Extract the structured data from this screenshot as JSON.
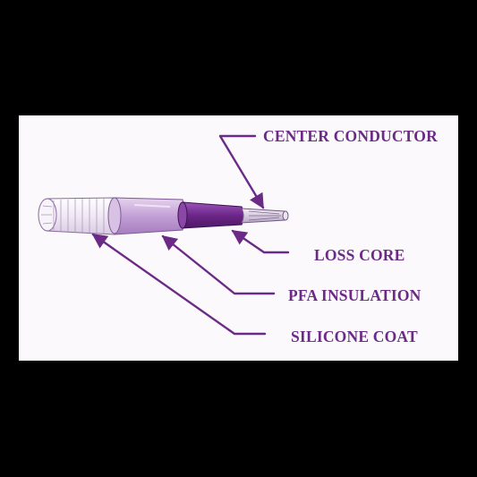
{
  "labels": {
    "center_conductor": "CENTER CONDUCTOR",
    "loss_core": "LOSS CORE",
    "pfa_insulation": "PFA INSULATION",
    "silicone_coat": "SILICONE COAT"
  },
  "colors": {
    "background": "#000000",
    "panel": "#fbf9fc",
    "label": "#6b2a86",
    "leader": "#6b2a86",
    "silicone_coat": "#f3eef6",
    "pfa_insulation": "#c9a9d9",
    "loss_core": "#7a3197",
    "center_conductor": "#d8cce0"
  }
}
